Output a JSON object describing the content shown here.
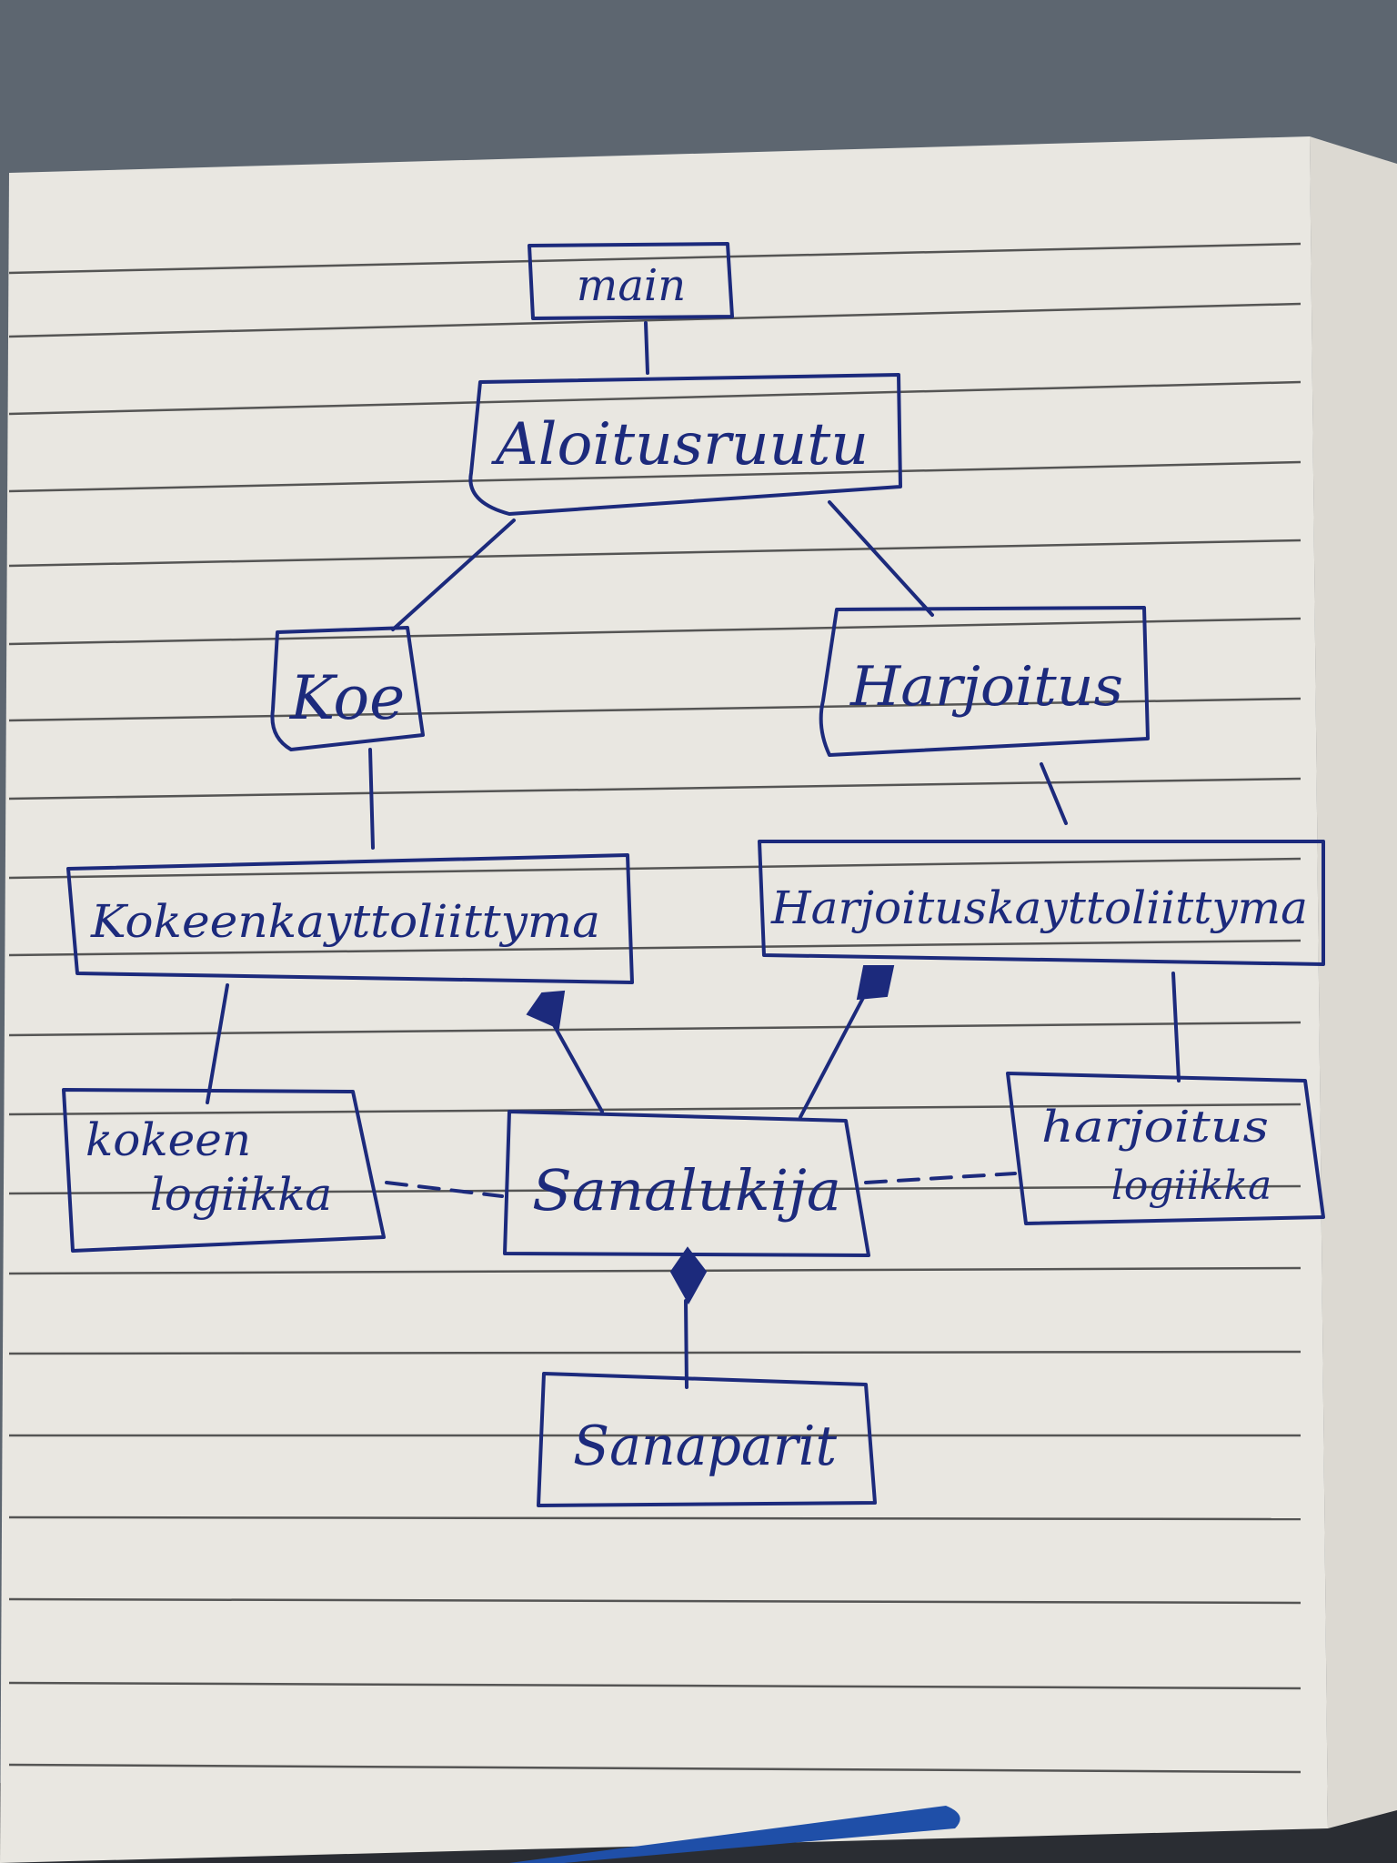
{
  "diagram": {
    "nodes": {
      "main": "main",
      "aloitusruutu": "Aloitusruutu",
      "koe": "Koe",
      "harjoitus": "Harjoitus",
      "kokeenkayttoliittyma": "Kokeenkayttoliittyma",
      "harjoituskayttoliittyma": "Harjoituskayttoliittyma",
      "kokeen_logiikka_line1": "kokeen",
      "kokeen_logiikka_line2": "logiikka",
      "sanalukija": "Sanalukija",
      "harjoitus_logiikka_line1": "harjoitus",
      "harjoitus_logiikka_line2": "logiikka",
      "sanaparit": "Sanaparit"
    },
    "colors": {
      "ink": "#1c2a7c",
      "paper": "#e9e7e1",
      "rule": "#3c3c3c",
      "background": "#5a6470"
    }
  }
}
